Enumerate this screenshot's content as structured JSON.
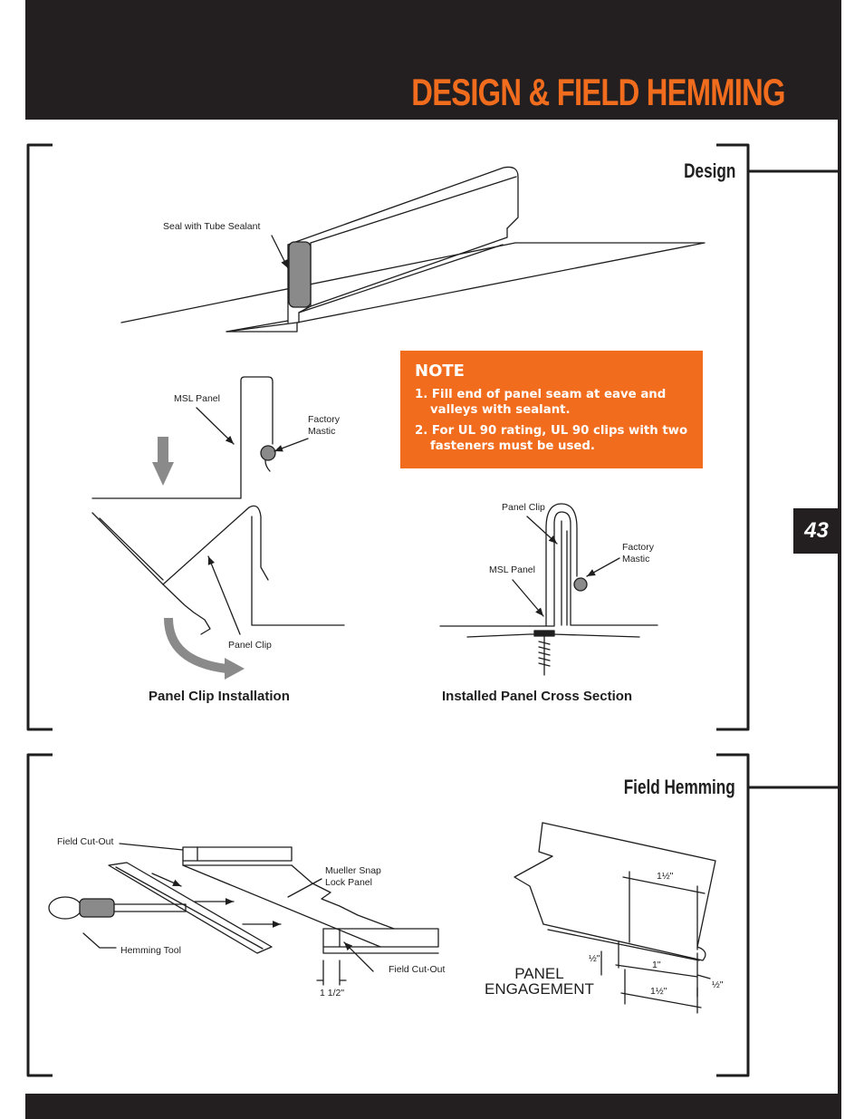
{
  "page": {
    "title": "DESIGN & FIELD HEMMING",
    "page_number": "43",
    "accent_color": "#f26c1e",
    "dark_color": "#231f20"
  },
  "design": {
    "heading": "Design",
    "labels": {
      "seal_tube_sealant": "Seal with Tube Sealant",
      "msl_panel_left": "MSL Panel",
      "factory_mastic_left": "Factory\nMastic",
      "panel_clip_left": "Panel Clip",
      "panel_clip_right": "Panel Clip",
      "factory_mastic_right": "Factory\nMastic",
      "msl_panel_right": "MSL Panel"
    },
    "captions": {
      "clip_installation": "Panel Clip Installation",
      "cross_section": "Installed Panel Cross Section"
    },
    "note": {
      "heading": "NOTE",
      "items": [
        "1. Fill end of panel seam at eave and valleys with sealant.",
        "2. For UL 90 rating, UL 90 clips with two fasteners must be used."
      ]
    }
  },
  "field_hemming": {
    "heading": "Field Hemming",
    "labels": {
      "field_cut_out_top": "Field Cut-Out",
      "mueller_panel": "Mueller Snap\nLock Panel",
      "hemming_tool": "Hemming Tool",
      "field_cut_out_bottom": "Field Cut-Out",
      "dim_1_half": "1 1/2\"",
      "panel_engagement": "PANEL\nENGAGEMENT",
      "dim_a": "1½\"",
      "dim_b": "½\"",
      "dim_c": "1\"",
      "dim_d": "½\"",
      "dim_e": "1½\""
    }
  }
}
